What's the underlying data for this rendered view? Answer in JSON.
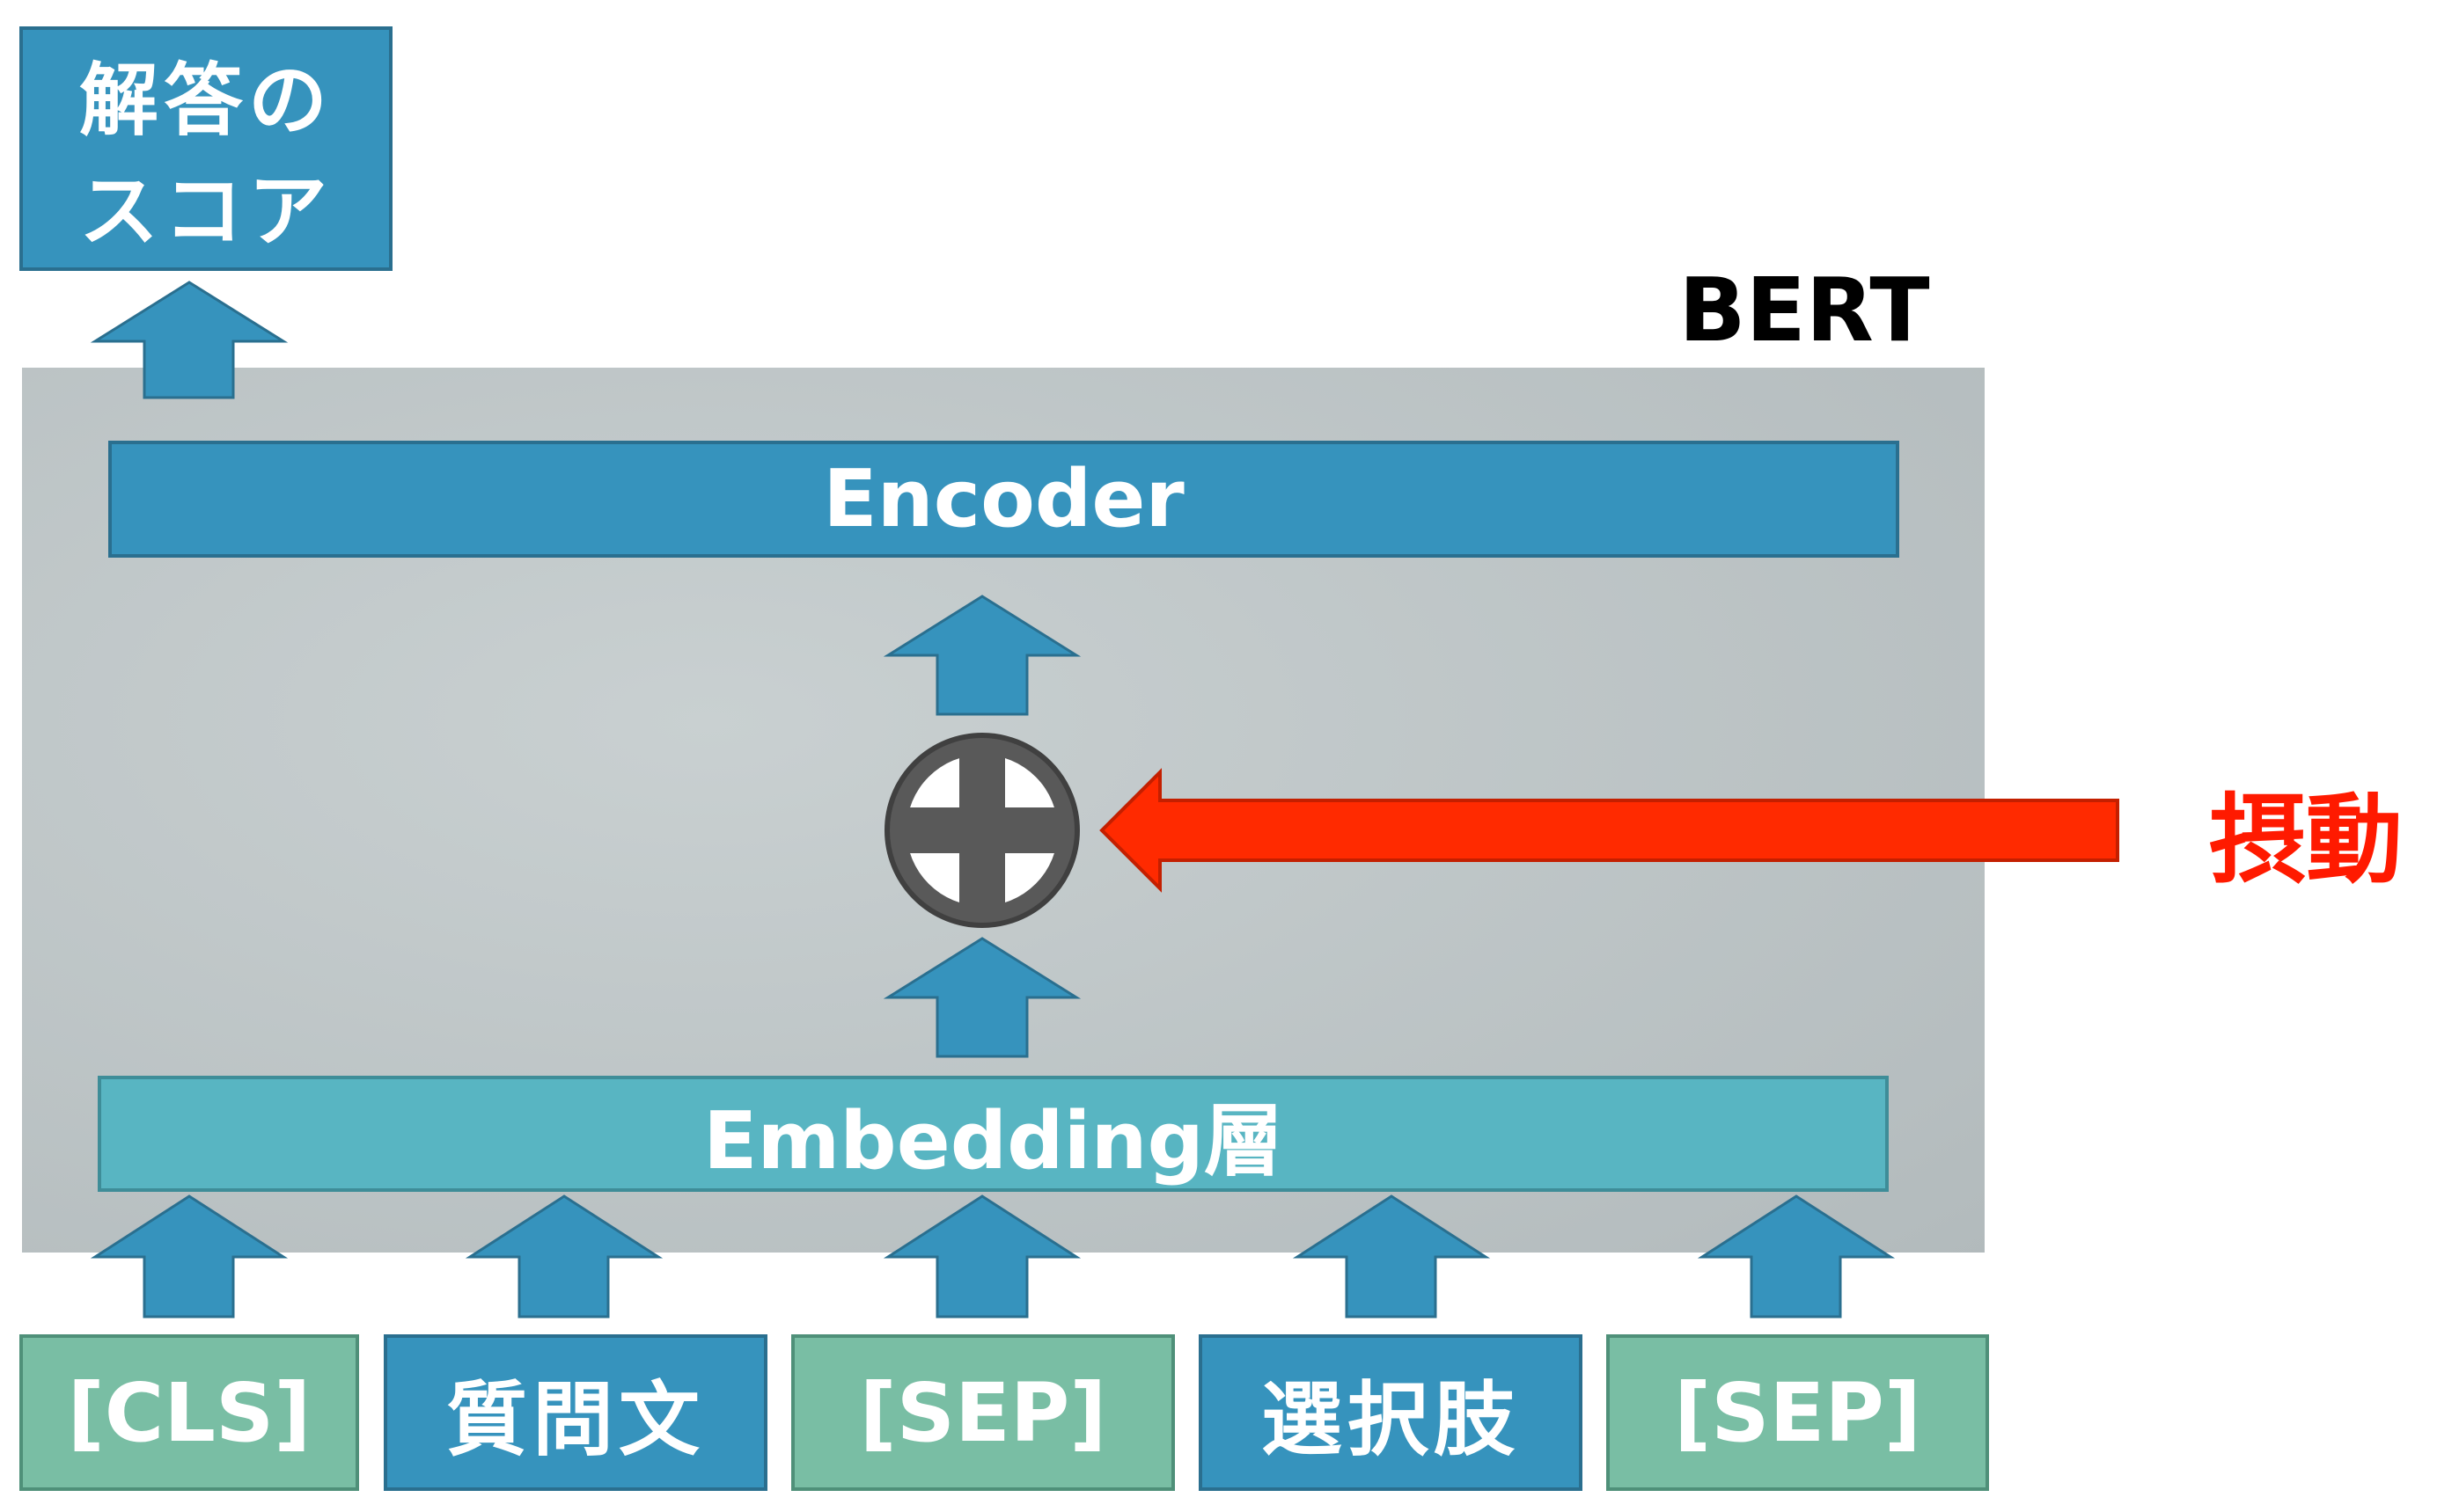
{
  "diagram": {
    "model_label": "BERT",
    "output_label_line1": "解答の",
    "output_label_line2": "スコア",
    "encoder_label": "Encoder",
    "embedding_label": "Embedding層",
    "perturbation_label": "摂動",
    "inputs": [
      "[CLS]",
      "質問文",
      "[SEP]",
      "選択肢",
      "[SEP]"
    ]
  },
  "colors": {
    "bert_background": "#bcc4c5",
    "encoder": "#3693bd",
    "embedding": "#58b5c2",
    "special_token": "#79bea4",
    "text_token": "#3693bd",
    "arrow": "#3693bd",
    "perturbation": "#ff2a00",
    "plus_symbol": "#595959"
  }
}
